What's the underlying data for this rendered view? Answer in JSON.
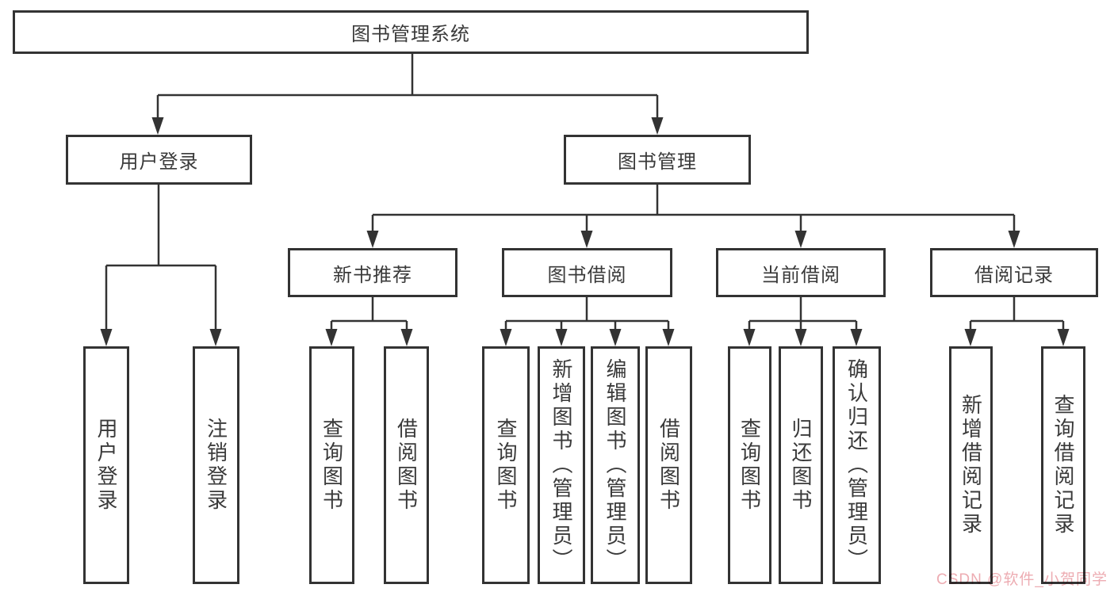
{
  "diagram": {
    "title_note": "library management system function hierarchy",
    "root": {
      "label": "图书管理系统"
    },
    "level1": [
      {
        "label": "用户登录"
      },
      {
        "label": "图书管理"
      }
    ],
    "level2": [
      {
        "label": "新书推荐"
      },
      {
        "label": "图书借阅"
      },
      {
        "label": "当前借阅"
      },
      {
        "label": "借阅记录"
      }
    ],
    "leaves": [
      {
        "label": "用户登录"
      },
      {
        "label": "注销登录"
      },
      {
        "label": "查询图书"
      },
      {
        "label": "借阅图书"
      },
      {
        "label": "查询图书"
      },
      {
        "label": "新增图书（管理员）"
      },
      {
        "label": "编辑图书（管理员）"
      },
      {
        "label": "借阅图书"
      },
      {
        "label": "查询图书"
      },
      {
        "label": "归还图书"
      },
      {
        "label": "确认归还（管理员）"
      },
      {
        "label": "新增借阅记录"
      },
      {
        "label": "查询借阅记录"
      }
    ],
    "colors": {
      "line": "#333333",
      "box_border": "#333333",
      "text": "#3a3a3a",
      "background": "#ffffff"
    }
  },
  "watermark": {
    "text": "CSDN @软件_小贺同学",
    "color": "#edacb2"
  }
}
